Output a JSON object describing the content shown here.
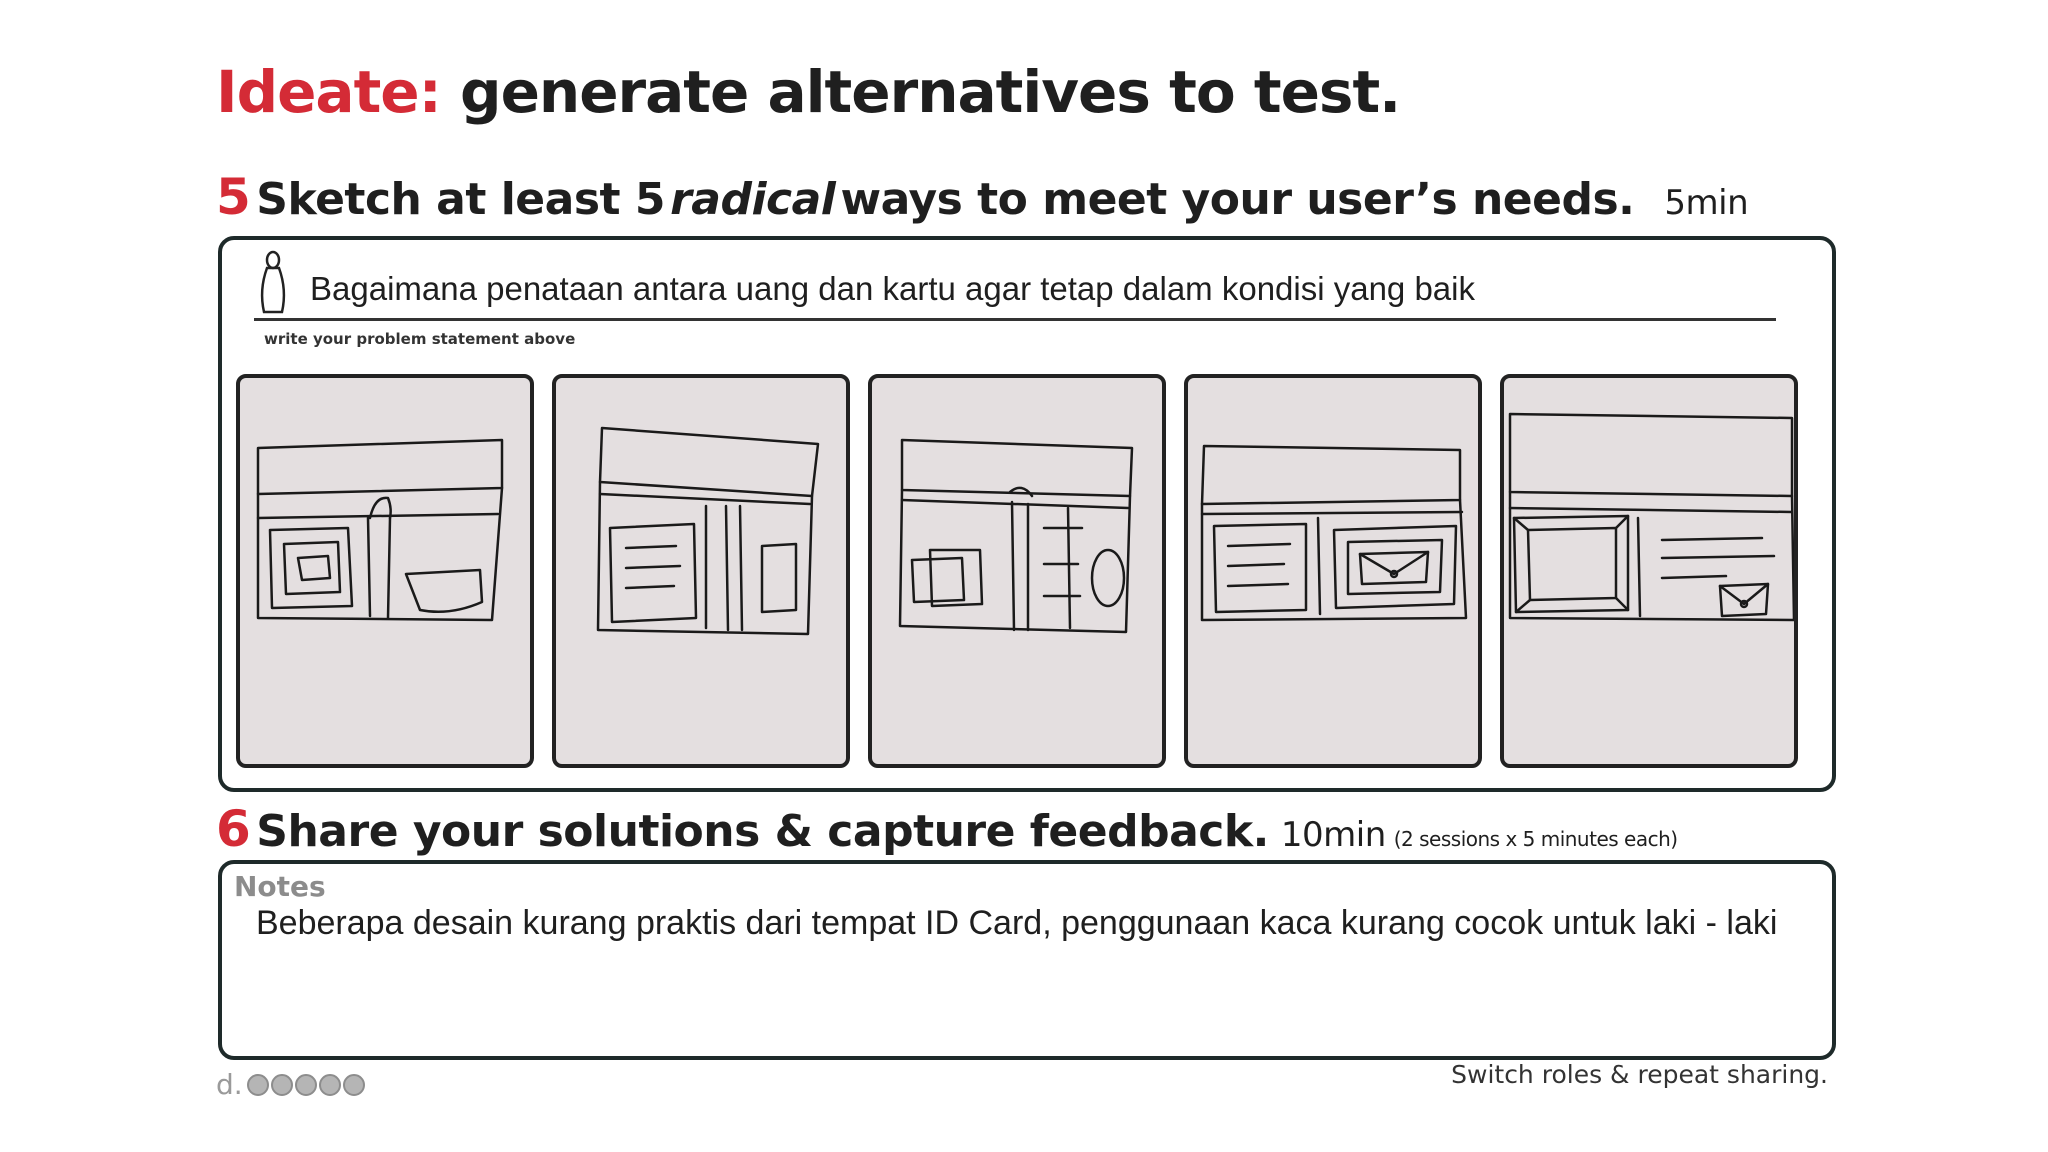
{
  "title": {
    "accent": "Ideate:",
    "rest": "generate alternatives to test."
  },
  "step5": {
    "number": "5",
    "text_before": "Sketch at least 5",
    "text_italic": "radical",
    "text_after": "ways to meet your user’s needs.",
    "duration": "5min"
  },
  "problem": {
    "statement": "Bagaimana penataan antara uang dan kartu agar tetap dalam kondisi yang baik",
    "hint": "write your problem statement above"
  },
  "sketches": {
    "count": 5
  },
  "step6": {
    "number": "6",
    "text": "Share your solutions & capture feedback.",
    "duration": "10min",
    "sub": "(2 sessions x 5 minutes each)"
  },
  "notes": {
    "label": "Notes",
    "text": "Beberapa desain kurang praktis dari tempat ID Card, penggunaan kaca kurang cocok untuk  laki - laki"
  },
  "logo": {
    "text": "d."
  },
  "footer": {
    "text": "Switch roles & repeat sharing."
  },
  "colors": {
    "accent": "#d42b36",
    "frame": "#1e2a2a",
    "panel_bg": "#e4dfe0"
  }
}
